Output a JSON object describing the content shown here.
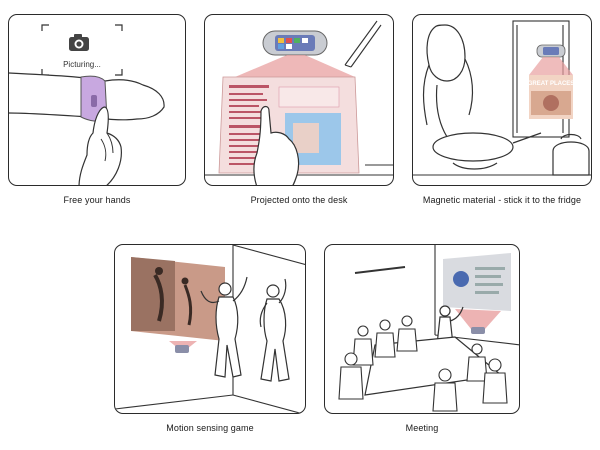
{
  "panels": [
    {
      "caption": "Free your hands",
      "screen_label": "Picturing..."
    },
    {
      "caption": "Projected onto the desk"
    },
    {
      "caption": "Magnetic material - stick it to the fridge",
      "sticker_label": "GREAT PLACES"
    },
    {
      "caption": "Motion sensing game"
    },
    {
      "caption": "Meeting"
    }
  ],
  "colors": {
    "projection_red": "#e8a0a0",
    "device_purple": "#c8a8e0",
    "outline": "#2b2b2b"
  }
}
